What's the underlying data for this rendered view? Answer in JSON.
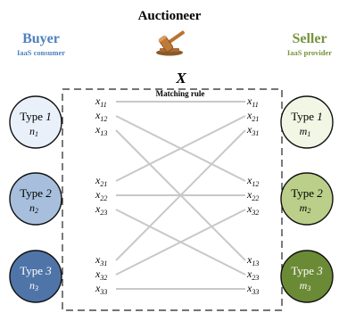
{
  "header": {
    "title": "Auctioneer",
    "buyer": {
      "label": "Buyer",
      "sub": "IaaS consumer"
    },
    "seller": {
      "label": "Seller",
      "sub": "IaaS provider"
    }
  },
  "matching": {
    "symbol": "X",
    "label": "Matching rule"
  },
  "buyers": [
    {
      "type_word": "Type",
      "type_num": "1",
      "qty_letter": "n",
      "qty_sub": "1"
    },
    {
      "type_word": "Type",
      "type_num": "2",
      "qty_letter": "n",
      "qty_sub": "2"
    },
    {
      "type_word": "Type",
      "type_num": "3",
      "qty_letter": "n",
      "qty_sub": "3"
    }
  ],
  "sellers": [
    {
      "type_word": "Type",
      "type_num": "1",
      "qty_letter": "m",
      "qty_sub": "1"
    },
    {
      "type_word": "Type",
      "type_num": "2",
      "qty_letter": "m",
      "qty_sub": "2"
    },
    {
      "type_word": "Type",
      "type_num": "3",
      "qty_letter": "m",
      "qty_sub": "3"
    }
  ],
  "left_labels": [
    [
      "x11",
      "x12",
      "x13"
    ],
    [
      "x21",
      "x22",
      "x23"
    ],
    [
      "x31",
      "x32",
      "x33"
    ]
  ],
  "right_labels": [
    [
      "x11",
      "x21",
      "x31"
    ],
    [
      "x12",
      "x22",
      "x32"
    ],
    [
      "x13",
      "x23",
      "x33"
    ]
  ],
  "colors": {
    "buyer_header": "#4f81bd",
    "seller_header": "#77933c",
    "buyer_fills": [
      "#eaf0fa",
      "#a7bfdc",
      "#4f74a8"
    ],
    "seller_fills": [
      "#f2f6e4",
      "#bccf8a",
      "#6b8a36"
    ],
    "edge": "#c8c8c8"
  },
  "icons": {
    "auctioneer": "gavel-icon"
  }
}
